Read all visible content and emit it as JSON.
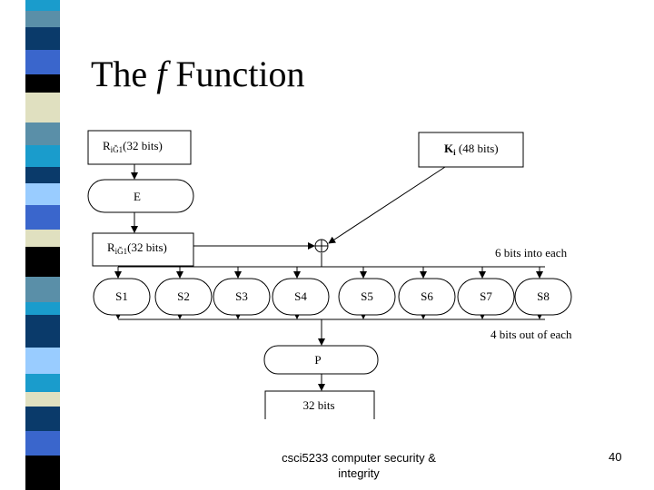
{
  "title": {
    "prefix": "The ",
    "italic": "f",
    "suffix": " Function"
  },
  "diagram": {
    "r_input": {
      "main": "R",
      "sub": "iĞ1",
      "rest": "(32 bits)"
    },
    "expansion": "E",
    "r_expanded": {
      "main": "R",
      "sub": "iĞ1",
      "rest": "(32 bits)"
    },
    "key": {
      "main": "K",
      "sub": "i",
      "rest": " (48 bits)"
    },
    "xor_symbol": "⊕",
    "sboxes": [
      "S1",
      "S2",
      "S3",
      "S4",
      "S5",
      "S6",
      "S7",
      "S8"
    ],
    "in_label": "6 bits into each",
    "out_label": "4 bits out of each",
    "permutation": "P",
    "output": "32 bits"
  },
  "footer": {
    "text": "csci5233 computer security & integrity",
    "page": "40"
  },
  "colors": {
    "stripes": [
      "#1a9ccc",
      "#5a8fa8",
      "#0a3a6a",
      "#3a66cc",
      "#000000",
      "#e0e0c0",
      "#5a8fa8",
      "#1a9ccc",
      "#0a3a6a",
      "#99ccff",
      "#3a66cc",
      "#e0e0c0",
      "#000000",
      "#5a8fa8",
      "#1a9ccc",
      "#0a3a6a",
      "#99ccff",
      "#1a9ccc",
      "#e0e0c0",
      "#0a3a6a",
      "#3a66cc",
      "#000000"
    ]
  }
}
